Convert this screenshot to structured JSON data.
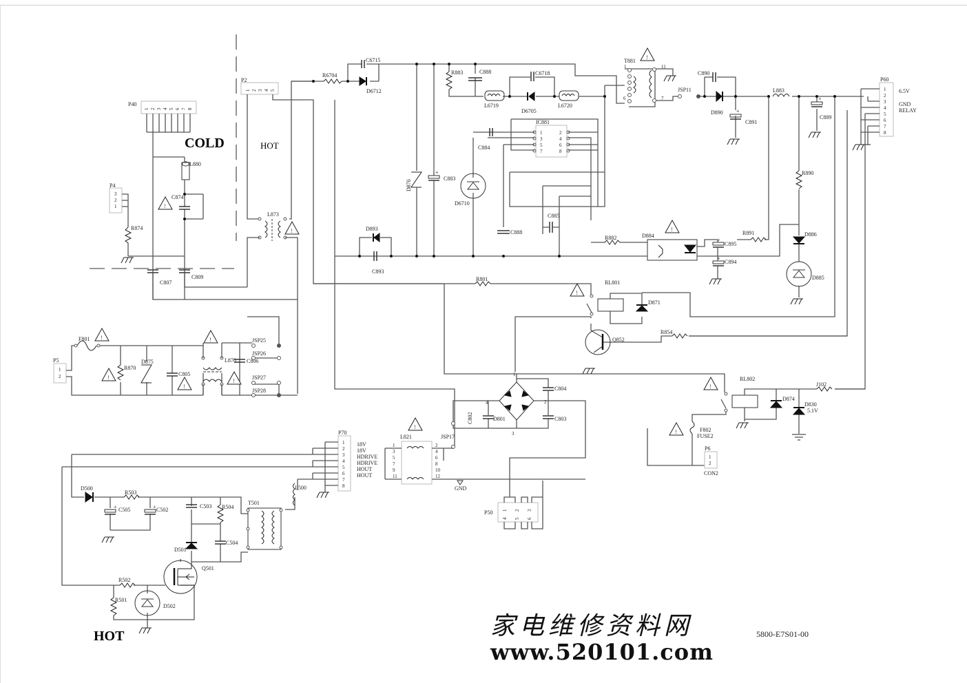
{
  "diagram": {
    "type": "power-supply-schematic",
    "zones": {
      "cold": "COLD",
      "hot_top": "HOT",
      "hot_bottom": "HOT"
    },
    "doc_number": "5800-E7S01-00",
    "watermark": {
      "chinese": "家电维修资料网",
      "url": "www.520101.com"
    },
    "connectors": {
      "P40": {
        "label": "P40",
        "pins": [
          "1",
          "2",
          "3",
          "4",
          "5",
          "6",
          "7",
          "8"
        ]
      },
      "P2": {
        "label": "P2",
        "pins": [
          "1",
          "2",
          "3",
          "4",
          "5"
        ]
      },
      "P4": {
        "label": "P4",
        "pins": [
          "3",
          "2",
          "1"
        ]
      },
      "P5": {
        "label": "P5",
        "pins": [
          "1",
          "2"
        ]
      },
      "P6": {
        "label": "P6",
        "pins": [
          "1",
          "2"
        ],
        "sub": "CON2"
      },
      "P60": {
        "label": "P60",
        "pins": [
          "1",
          "2",
          "3",
          "4",
          "5",
          "6",
          "7",
          "8"
        ],
        "signals": [
          "6.5V",
          "GND",
          "RELAY"
        ]
      },
      "P70": {
        "label": "P70",
        "pins": [
          "1",
          "2",
          "3",
          "4",
          "5",
          "6",
          "7",
          "8"
        ],
        "signals": [
          "18V",
          "18V",
          "HDRIVE",
          "HDRIVE",
          "HOUT",
          "HOUT"
        ]
      },
      "P50": {
        "label": "P50",
        "pins_top": [
          "1",
          "2",
          "3"
        ],
        "pins_bottom": [
          "4",
          "5",
          "6"
        ]
      }
    },
    "ic": {
      "label": "IC881",
      "pins_left": [
        "1",
        "3",
        "5",
        "7"
      ],
      "pins_right": [
        "2",
        "4",
        "6",
        "8"
      ]
    },
    "transformers": {
      "T881": {
        "label": "T881",
        "pins": [
          "1",
          "6",
          "11",
          "7"
        ]
      },
      "T501": {
        "label": "T501"
      }
    },
    "l821": {
      "label": "L821",
      "pins_left": [
        "1",
        "3",
        "5",
        "7",
        "9",
        "11"
      ],
      "pins_right": [
        "2",
        "4",
        "6",
        "8",
        "10",
        "12"
      ]
    },
    "bridge": {
      "label": "D801",
      "pins": [
        "1",
        "2",
        "3",
        "4"
      ]
    },
    "components": {
      "resistors": [
        "R6704",
        "R883",
        "R874",
        "R870",
        "R882",
        "R891",
        "R890",
        "R801",
        "R854",
        "R503",
        "R504",
        "R502",
        "R501",
        "J102"
      ],
      "capacitors": [
        "C6715",
        "C888",
        "C6718",
        "C884",
        "C883",
        "C888",
        "C885",
        "C893",
        "C874",
        "C807",
        "C809",
        "C805",
        "C806",
        "C895",
        "C894",
        "C890",
        "C891",
        "C889",
        "C804",
        "C802",
        "C803",
        "C505",
        "C502",
        "C503",
        "C504"
      ],
      "diodes": [
        "D6712",
        "D6705",
        "D876",
        "D6710",
        "D893",
        "D884",
        "D886",
        "D885",
        "D871",
        "D875",
        "D890",
        "D874",
        "D830",
        "D500",
        "D501",
        "D502"
      ],
      "inductors": [
        "L6719",
        "L6720",
        "L880",
        "L873",
        "L870",
        "L883",
        "L500"
      ],
      "relays": [
        "RL801",
        "RL802"
      ],
      "transistors": [
        "Q852",
        "Q501"
      ],
      "fuses": [
        "F801",
        "F802"
      ],
      "jumpers": [
        "JSP11",
        "JSP17",
        "JSP25",
        "JSP26",
        "JSP27",
        "JSP28"
      ]
    },
    "extra_labels": {
      "d830_value": "5.1V",
      "f802_sub": "FUSE2",
      "gnd": "GND"
    }
  }
}
